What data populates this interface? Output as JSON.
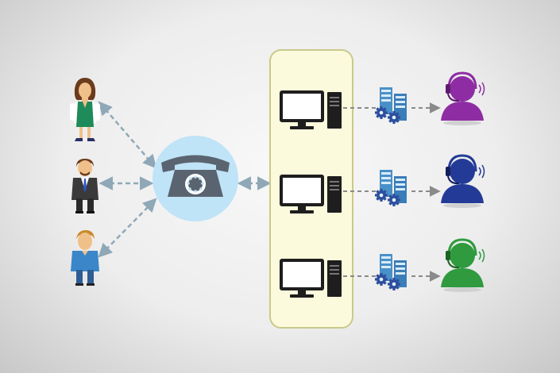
{
  "diagram": {
    "nodes": {
      "callers": [
        {
          "id": "caller-woman",
          "shirt": "#1f8a5a",
          "hair": "#6b3b1d"
        },
        {
          "id": "caller-man-suit",
          "shirt": "#3a3a3a",
          "hair": "#6b3b1d"
        },
        {
          "id": "caller-man-blue",
          "shirt": "#3a86c8",
          "hair": "#c98a2a"
        }
      ],
      "phone": {
        "icon": "rotary-telephone-icon",
        "circle_color": "#bfe3f7",
        "body_color": "#5a6470"
      },
      "routing_panel": {
        "fill": "#fbfadc",
        "border": "#c9c98a"
      },
      "workstations": [
        {
          "id": "computer-1"
        },
        {
          "id": "computer-2"
        },
        {
          "id": "computer-3"
        }
      ],
      "servers": [
        {
          "id": "server-1",
          "icon": "server-gears-icon"
        },
        {
          "id": "server-2",
          "icon": "server-gears-icon"
        },
        {
          "id": "server-3",
          "icon": "server-gears-icon"
        }
      ],
      "agents": [
        {
          "id": "agent-purple",
          "color": "#8e2da3",
          "icon": "headset-agent-icon"
        },
        {
          "id": "agent-blue",
          "color": "#233b97",
          "icon": "headset-agent-icon"
        },
        {
          "id": "agent-green",
          "color": "#2f9a3e",
          "icon": "headset-agent-icon"
        }
      ]
    },
    "connector_color": "#8fa8b8"
  }
}
